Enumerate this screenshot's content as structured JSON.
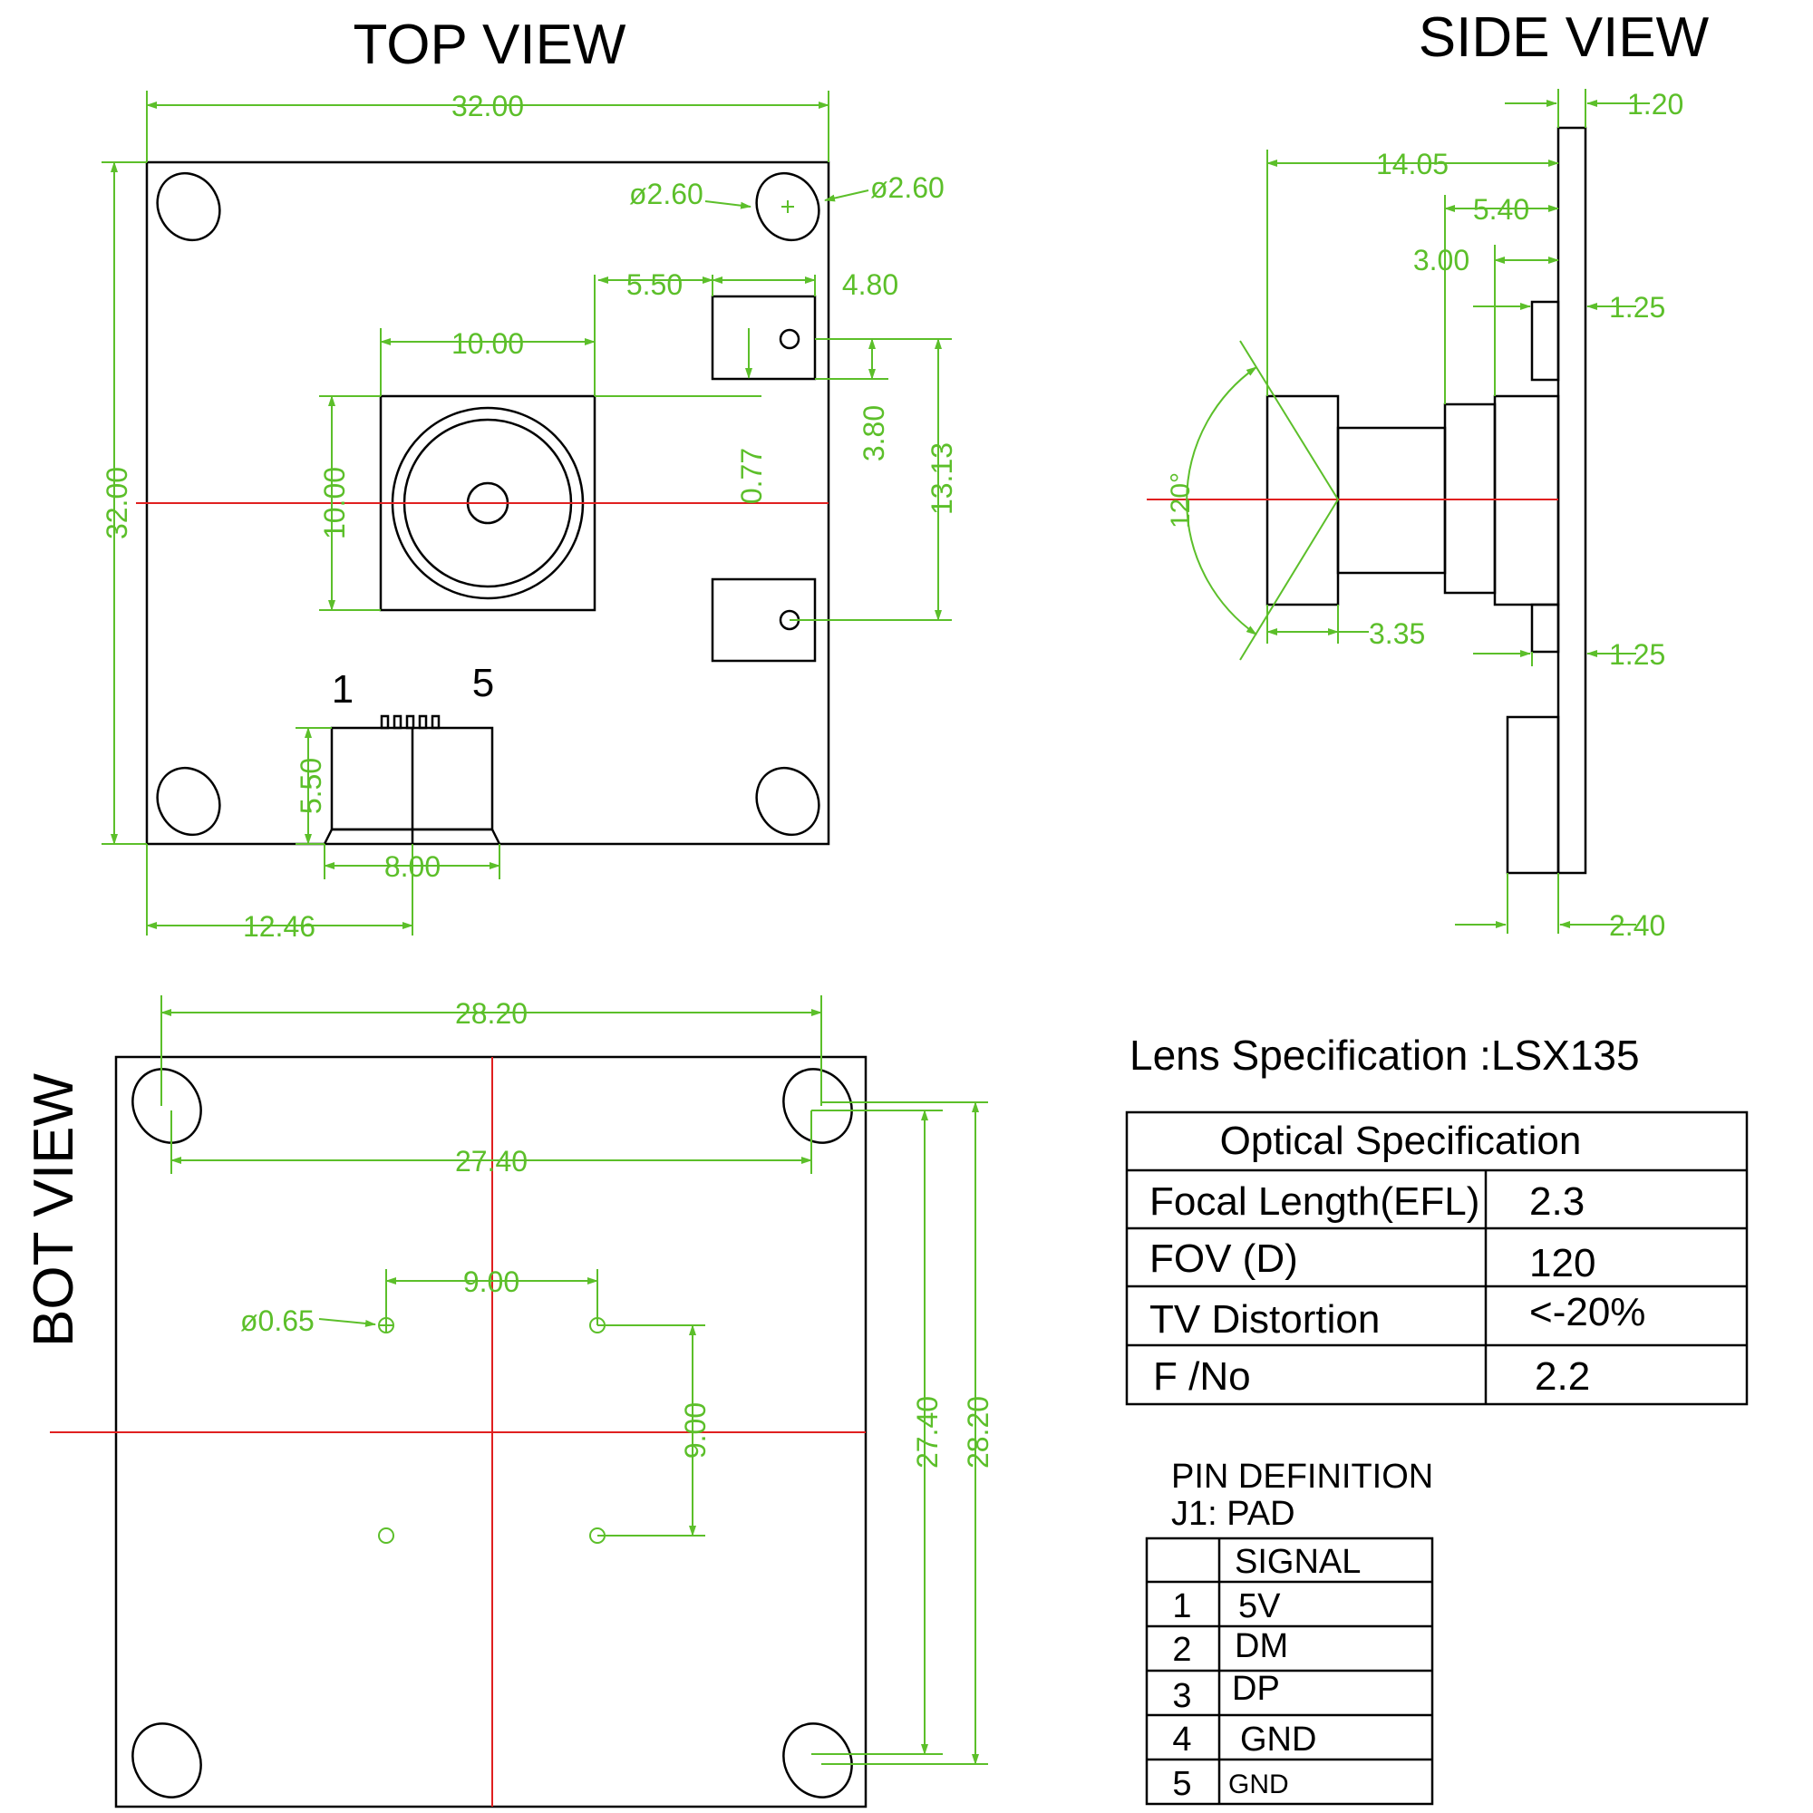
{
  "titles": {
    "top_view": "TOP  VIEW",
    "side_view": "SIDE VIEW",
    "bot_view": "BOT  VIEW"
  },
  "top_dims": {
    "width": "32.00",
    "height": "32.00",
    "hole_left": "ø2.60",
    "hole_right": "ø2.60",
    "off_550": "5.50",
    "off_480": "4.80",
    "lens_w": "10.00",
    "lens_h": "10.00",
    "d_077": "0.77",
    "d_380": "3.80",
    "d_1313": "13.13",
    "conn_h": "5.50",
    "conn_w": "8.00",
    "conn_off": "12.46",
    "pin_1": "1",
    "pin_5": "5"
  },
  "side_dims": {
    "d_120": "1.20",
    "d_1405": "14.05",
    "d_540": "5.40",
    "d_300": "3.00",
    "d_125a": "1.25",
    "angle": "120°",
    "d_335": "3.35",
    "d_125b": "1.25",
    "d_240": "2.40"
  },
  "bot_dims": {
    "d_2820_h": "28.20",
    "d_2740_h": "27.40",
    "d_900_h": "9.00",
    "hole": "ø0.65",
    "d_900_v": "9.00",
    "d_2740_v": "27.40",
    "d_2820_v": "28.20"
  },
  "lens_spec": {
    "heading": "Lens Specification :LSX135",
    "table_title": "Optical Specification",
    "rows": [
      {
        "label": "Focal Length(EFL)",
        "value": "2.3"
      },
      {
        "label": "FOV (D)",
        "value": "120"
      },
      {
        "label": "TV Distortion",
        "value": "<-20%"
      },
      {
        "label": "F /No",
        "value": "2.2"
      }
    ]
  },
  "pins": {
    "heading": "PIN DEFINITION",
    "subheading": "J1: PAD",
    "col_header": "SIGNAL",
    "rows": [
      {
        "num": "1",
        "signal": "5V"
      },
      {
        "num": "2",
        "signal": "DM"
      },
      {
        "num": "3",
        "signal": "DP"
      },
      {
        "num": "4",
        "signal": "GND"
      },
      {
        "num": "5",
        "signal": "GND"
      }
    ]
  }
}
